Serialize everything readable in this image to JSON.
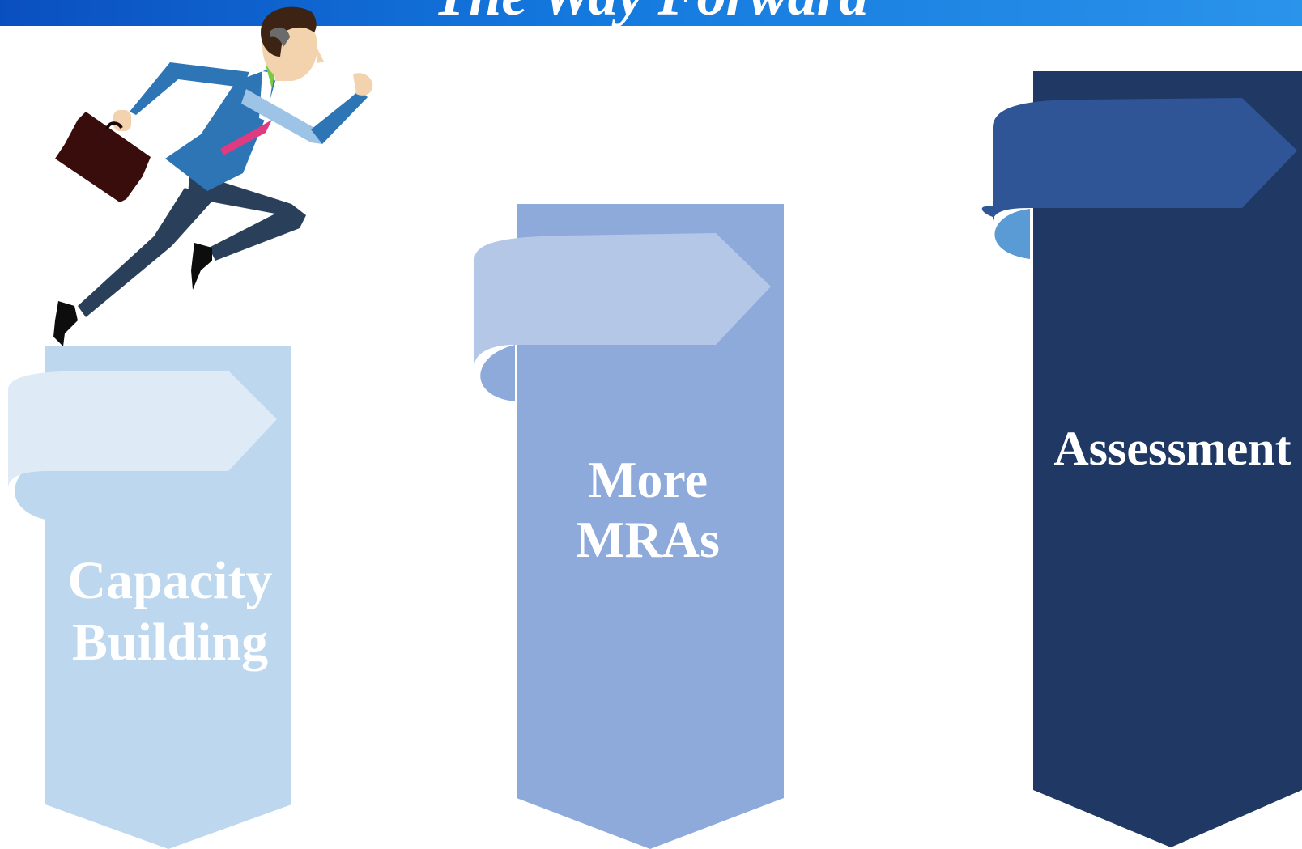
{
  "header": {
    "title": "The Way Forward",
    "color": "#1479de"
  },
  "pillars": [
    {
      "lines": [
        "Capacity",
        "Building"
      ],
      "color": "#bdd7ee"
    },
    {
      "lines": [
        "More",
        "MRAs"
      ],
      "color": "#8eaadb"
    },
    {
      "lines": [
        "Assessment"
      ],
      "color": "#203864"
    }
  ],
  "illustration": "businessman-running-icon"
}
